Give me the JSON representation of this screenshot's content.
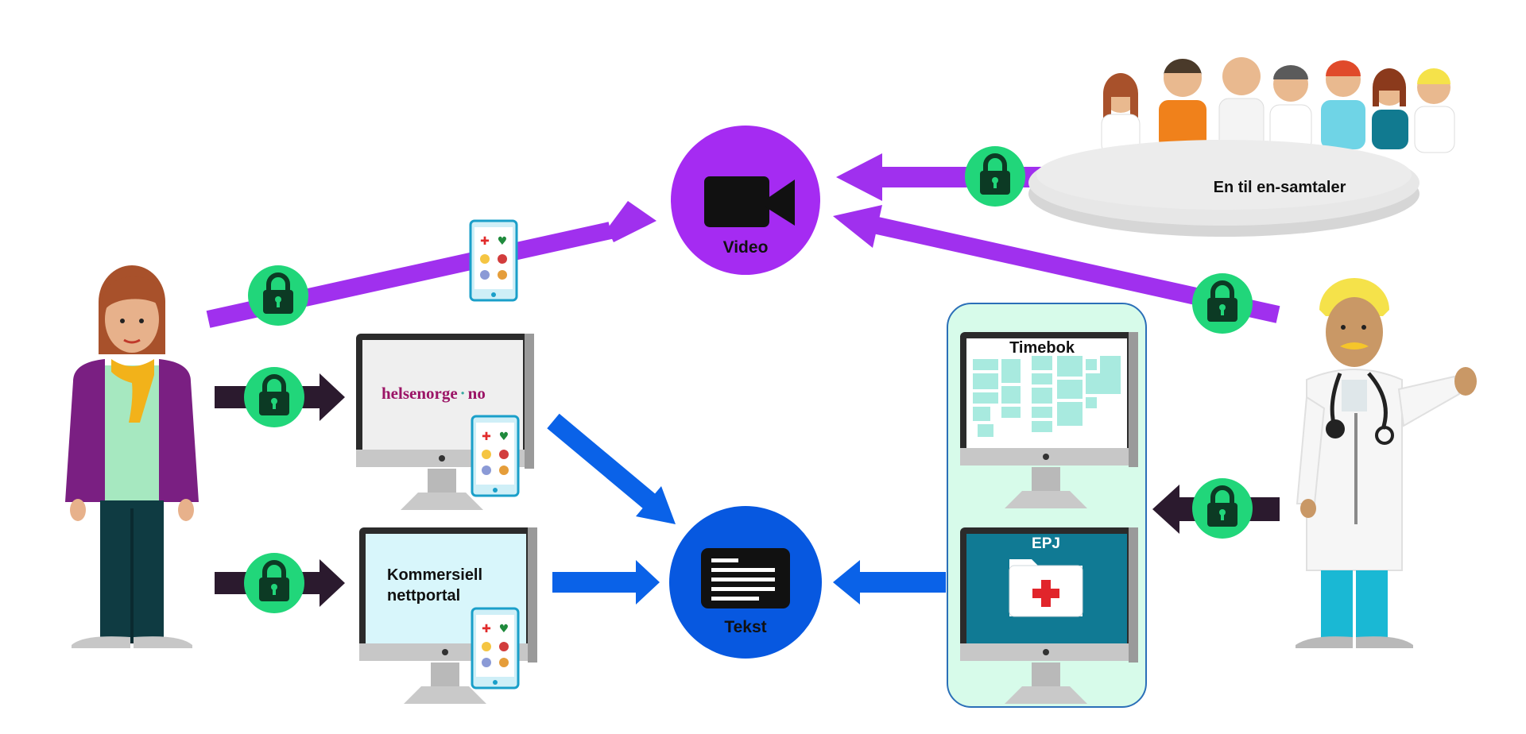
{
  "labels": {
    "video": "Video",
    "tekst": "Tekst",
    "en_til_en": "En til en-samtaler",
    "helsenorge_brand": "helsenorge",
    "helsenorge_dot": "·",
    "helsenorge_tld": "no",
    "kommersiell_line1": "Kommersiell",
    "kommersiell_line2": "nettportal",
    "timebok": "Timebok",
    "epj": "EPJ"
  },
  "colors": {
    "purple_arrow": "#a030ee",
    "purple_circle": "#a52bf2",
    "blue_arrow": "#0a62e8",
    "blue_circle": "#0758e0",
    "dark_arrow": "#2b1a2e",
    "lock_green": "#21d67a",
    "brand_magenta": "#9b1466",
    "system_panel_bg": "#d7fbea",
    "system_panel_border": "#2b6fb8"
  },
  "icons": [
    "video-camera-icon",
    "text-document-icon",
    "lock-icon",
    "mobile-phone-icon",
    "monitor-icon",
    "medical-folder-icon",
    "patient-figure",
    "doctor-figure",
    "meeting-table-group"
  ]
}
